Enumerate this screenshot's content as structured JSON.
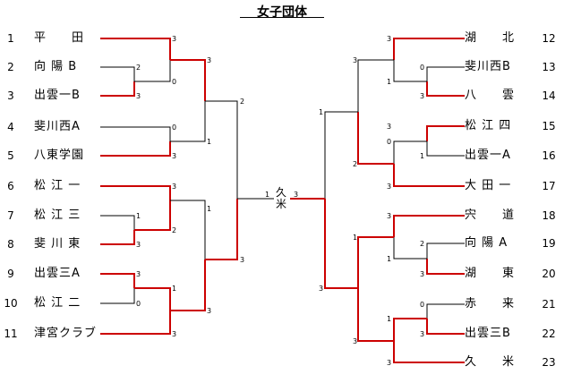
{
  "title": "女子団体",
  "left_teams": [
    {
      "num": "1",
      "name": "平　　田"
    },
    {
      "num": "2",
      "name": "向 陽 B"
    },
    {
      "num": "3",
      "name": "出雲一B"
    },
    {
      "num": "4",
      "name": "斐川西A"
    },
    {
      "num": "5",
      "name": "八東学園"
    },
    {
      "num": "6",
      "name": "松 江 一"
    },
    {
      "num": "7",
      "name": "松 江 三"
    },
    {
      "num": "8",
      "name": "斐 川 東"
    },
    {
      "num": "9",
      "name": "出雲三A"
    },
    {
      "num": "10",
      "name": "松 江 二"
    },
    {
      "num": "11",
      "name": "津宮クラブ"
    }
  ],
  "right_teams": [
    {
      "num": "12",
      "name": "湖　　北"
    },
    {
      "num": "13",
      "name": "斐川西B"
    },
    {
      "num": "14",
      "name": "八　　雲"
    },
    {
      "num": "15",
      "name": "松 江 四"
    },
    {
      "num": "16",
      "name": "出雲一A"
    },
    {
      "num": "17",
      "name": "大 田 一"
    },
    {
      "num": "18",
      "name": "宍　　道"
    },
    {
      "num": "19",
      "name": "向 陽 A"
    },
    {
      "num": "20",
      "name": "湖　　東"
    },
    {
      "num": "21",
      "name": "赤　　来"
    },
    {
      "num": "22",
      "name": "出雲三B"
    },
    {
      "num": "23",
      "name": "久　　米"
    }
  ],
  "scores": {
    "l1": "3",
    "l2": "2",
    "l3": "3",
    "l23": "0",
    "l1_23": "3",
    "l45": "0",
    "l54": "3",
    "l45w": "1",
    "l123w": "3",
    "qfl_a": "2",
    "l6": "3",
    "l7": "1",
    "l8": "3",
    "l78": "2",
    "l6_78": "1",
    "l9": "3",
    "l10": "0",
    "l9_10": "1",
    "l11": "3",
    "l9_11": "3",
    "qfl_b": "3",
    "final_left": "1",
    "final_right": "3",
    "r12": "3",
    "r13": "0",
    "r14": "3",
    "r1314": "1",
    "r12w": "3",
    "r15": "3",
    "r16": "1",
    "r1516": "0",
    "r17": "3",
    "r12_14w": "1",
    "r15_17w": "2",
    "r12_17": "1",
    "r18": "3",
    "r19": "2",
    "r20": "3",
    "r1920": "1",
    "r18w": "1",
    "r21": "0",
    "r22": "3",
    "r2122": "1",
    "r23": "3",
    "r18_20w": "3",
    "r21_23w": "3",
    "r18_23": "3"
  },
  "champion": "久米",
  "colors": {
    "win": "#cc0000",
    "loss": "#000000"
  }
}
